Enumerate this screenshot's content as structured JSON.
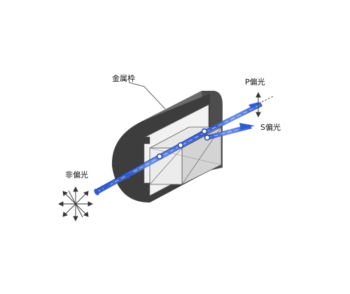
{
  "labels": {
    "metal_frame": "金属枠",
    "p_polarized": "P偏光",
    "s_polarized": "S偏光",
    "unpolarized": "非偏光"
  },
  "colors": {
    "frame_dark": "#4a4a4a",
    "frame_face": "#3a3a3a",
    "cube": "#d9d9d9",
    "beam": "#2e5bd6",
    "beam_light": "#7fa3ee"
  }
}
